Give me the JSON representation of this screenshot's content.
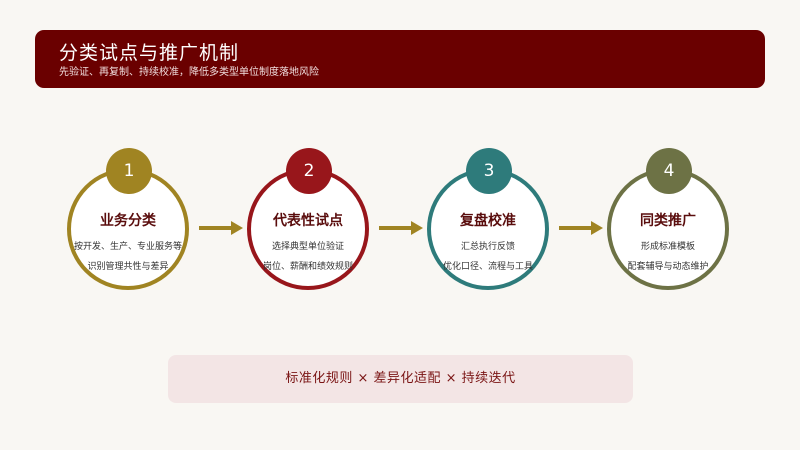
{
  "header": {
    "title": "分类试点与推广机制",
    "subtitle": "先验证、再复制、持续校准，降低多类型单位制度落地风险"
  },
  "steps": [
    {
      "number": "1",
      "title": "业务分类",
      "line1": "按开发、生产、专业服务等",
      "line2": "识别管理共性与差异",
      "color": "#a08422"
    },
    {
      "number": "2",
      "title": "代表性试点",
      "line1": "选择典型单位验证",
      "line2": "岗位、薪酬和绩效规则",
      "color": "#98161b"
    },
    {
      "number": "3",
      "title": "复盘校准",
      "line1": "汇总执行反馈",
      "line2": "优化口径、流程与工具",
      "color": "#2e7b7b"
    },
    {
      "number": "4",
      "title": "同类推广",
      "line1": "形成标准模板",
      "line2": "配套辅导与动态维护",
      "color": "#6d7245"
    }
  ],
  "arrow_color": "#a08422",
  "footer": {
    "text": "标准化规则 × 差异化适配 × 持续迭代"
  }
}
